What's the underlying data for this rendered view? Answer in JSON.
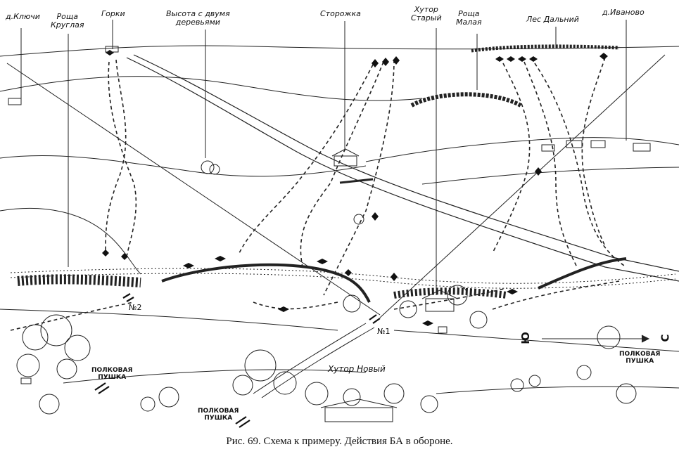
{
  "caption": "Рис. 69. Схема к примеру. Действия БА в обороне.",
  "places": {
    "kluchi": "д.Ключи",
    "roscha_kruglaya_1": "Роща",
    "roscha_kruglaya_2": "Круглая",
    "gorki": "Горки",
    "vysota_1": "Высота с двумя",
    "vysota_2": "деревьями",
    "storozhka": "Сторожка",
    "khutor_staryi_1": "Хутор",
    "khutor_staryi_2": "Старый",
    "roscha_malaya_1": "Роща",
    "roscha_malaya_2": "Малая",
    "les_dalniy": "Лес Дальний",
    "ivanovo": "д.Иваново",
    "khutor_novyi": "Хутор Новый"
  },
  "guns": {
    "left_1": "ПОЛКОВАЯ",
    "left_2": "ПУШКА",
    "center_1": "ПОЛКОВАЯ",
    "center_2": "ПУШКА",
    "right_1": "ПОЛКОВАЯ",
    "right_2": "ПУШКА"
  },
  "positions": {
    "no1": "№1",
    "no2": "№2"
  },
  "compass": {
    "south": "Ю",
    "north": "С"
  }
}
